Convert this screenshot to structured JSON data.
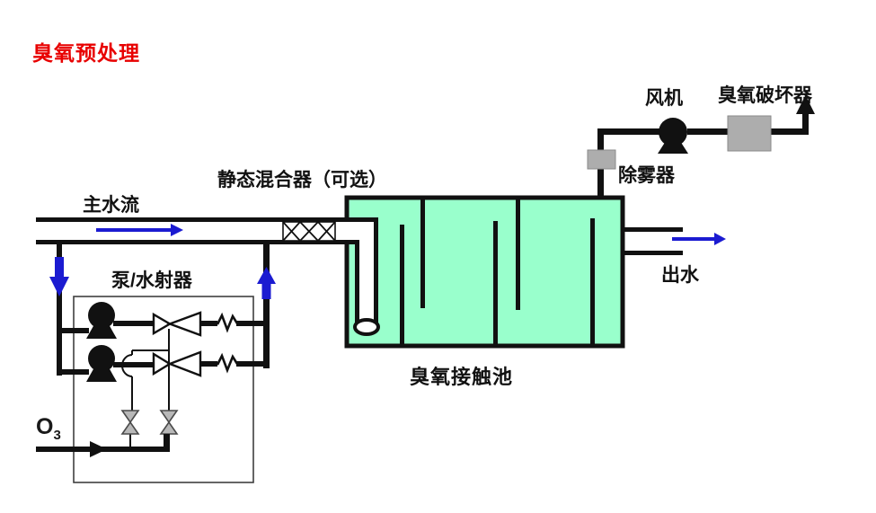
{
  "title": "臭氧预处理",
  "labels": {
    "main_flow": "主水流",
    "static_mixer": "静态混合器（可选）",
    "pump_injector": "泵/水射器",
    "contact_tank": "臭氧接触池",
    "fan": "风机",
    "ozone_destructor": "臭氧破坏器",
    "demister": "除雾器",
    "outflow": "出水",
    "ozone_symbol": "O",
    "ozone_subscript": "3"
  },
  "colors": {
    "title_red": "#e80000",
    "tank_green": "#99ffcc",
    "flow_arrow_blue": "#1b1bd1",
    "equipment_gray": "#adadad",
    "valve_gray": "#b8b8b8",
    "line_black": "#111111"
  },
  "components": [
    "main-water-pipe",
    "static-mixer",
    "pump-injector-skid",
    "ozone-contact-tank",
    "demister",
    "fan",
    "ozone-destructor",
    "ozone-feed-line",
    "outlet-pipe"
  ]
}
